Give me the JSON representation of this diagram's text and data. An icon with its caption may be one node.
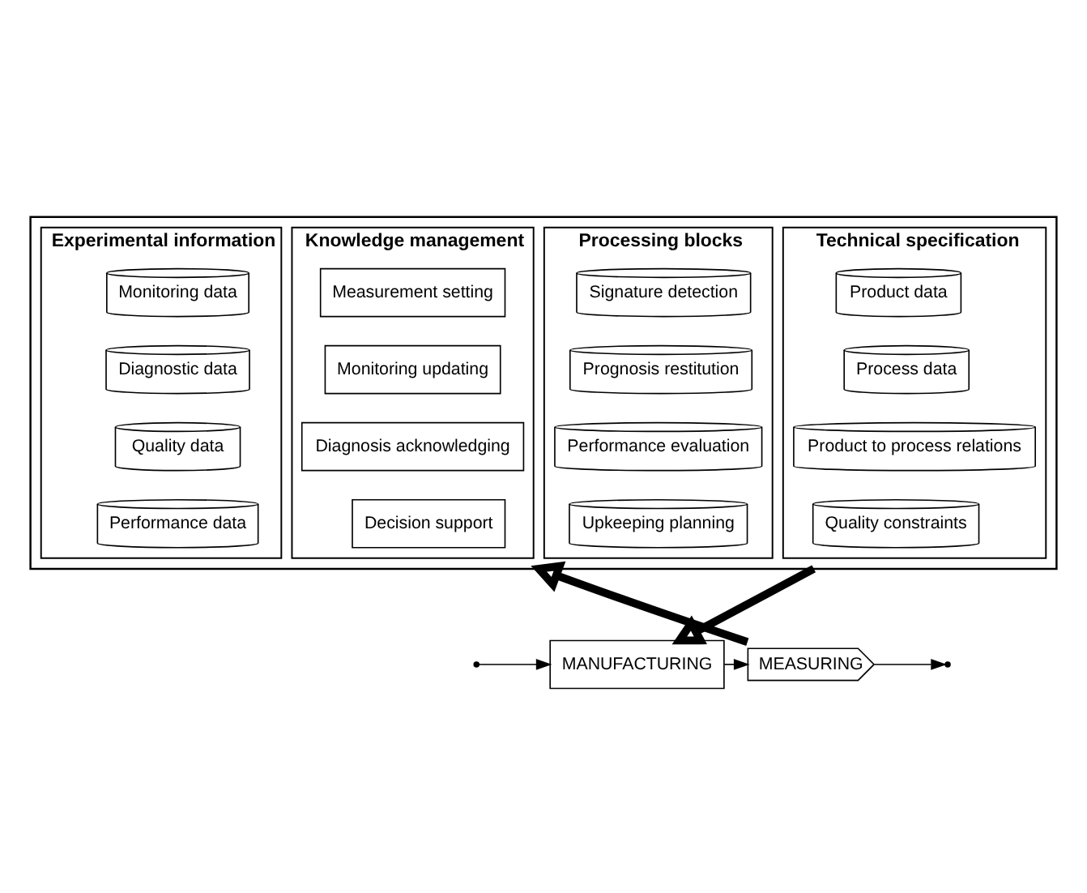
{
  "diagram": {
    "nodes": [
      {
        "text": [],
        "shape": "box"
      },
      {
        "text": [
          "Technical specification"
        ],
        "in": 0
      },
      {
        "text": [
          "Product data"
        ],
        "in": 1
      },
      {
        "text": [
          "Process data"
        ],
        "in": 1
      },
      {
        "text": [
          "Product to process relations"
        ],
        "in": 1
      },
      {
        "text": [
          "Quality constraints"
        ],
        "in": 1
      },
      {
        "text": [
          "Processing blocks"
        ],
        "in": 0
      },
      {
        "text": [
          "Signature detection"
        ],
        "in": 6
      },
      {
        "text": [
          "Prognosis restitution"
        ],
        "in": 6
      },
      {
        "text": [
          "Performance evaluation"
        ],
        "in": 6
      },
      {
        "text": [
          "Upkeeping planning"
        ],
        "in": 6
      },
      {
        "text": [
          "Knowledge management"
        ],
        "in": 0
      },
      {
        "text": [
          "Measurement setting"
        ],
        "in": 11
      },
      {
        "text": [
          "Monitoring updating"
        ],
        "in": 11
      },
      {
        "text": [
          "Diagnosis acknowledging"
        ],
        "in": 11
      },
      {
        "text": [
          "Decision support"
        ],
        "in": 11
      },
      {
        "text": [
          "Experimental information"
        ],
        "in": 0
      },
      {
        "text": [
          "Monitoring data"
        ],
        "in": 16
      },
      {
        "text": [
          "Diagnostic data"
        ],
        "in": 16
      },
      {
        "text": [
          "Quality data"
        ],
        "in": 16
      },
      {
        "text": [
          "Performance data"
        ],
        "in": 16
      },
      {
        "text": [
          "MANUFACTURING"
        ]
      },
      {
        "text": [
          "MEASURING"
        ]
      }
    ],
    "edges": [
      {
        "from": 0,
        "to": 21,
        "arrow": "to",
        "style": "thick"
      },
      {
        "from": 22,
        "to": 0,
        "arrow": "to",
        "style": "thick"
      },
      {
        "from": null,
        "to": 21,
        "arrow": "to"
      },
      {
        "from": 21,
        "to": 22,
        "arrow": "to"
      },
      {
        "from": 22,
        "to": null,
        "arrow": "to"
      }
    ]
  }
}
